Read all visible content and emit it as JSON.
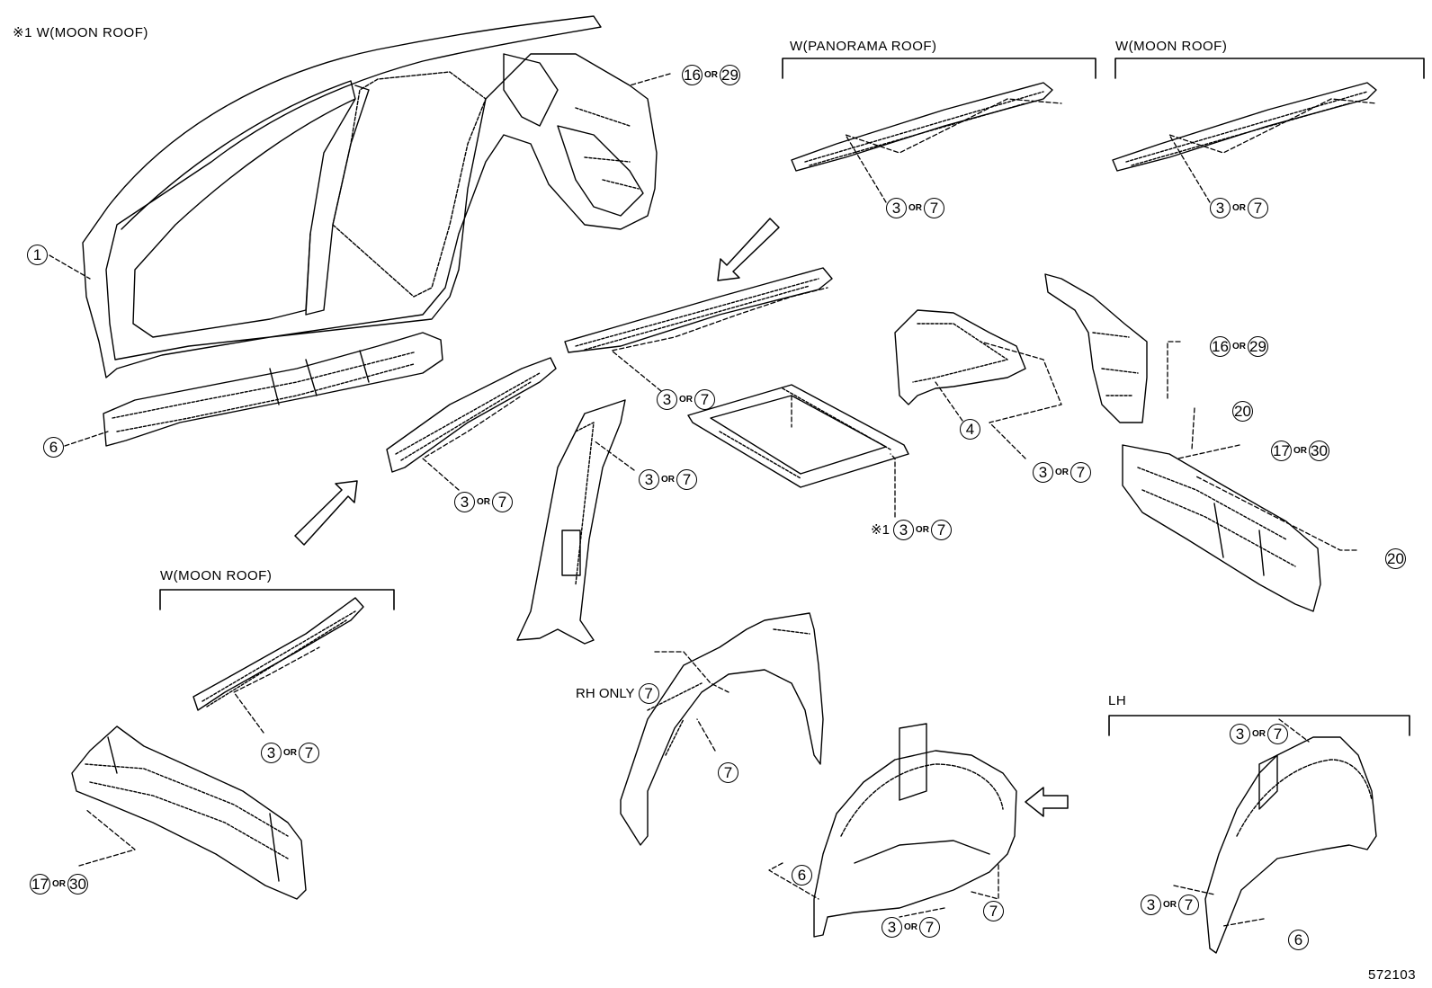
{
  "labels": {
    "moon_roof_note": "※1 W(MOON ROOF)",
    "panorama_roof": "W(PANORAMA ROOF)",
    "moon_roof_top": "W(MOON ROOF)",
    "moon_roof_left": "W(MOON ROOF)",
    "lh": "LH",
    "diagram_id": "572103"
  },
  "callouts": {
    "c1": {
      "a": "1"
    },
    "c6a": {
      "a": "6"
    },
    "c16a": {
      "a": "16",
      "or": "OR",
      "b": "29"
    },
    "c16b": {
      "a": "16",
      "or": "OR",
      "b": "29"
    },
    "c37_pan": {
      "a": "3",
      "or": "OR",
      "b": "7"
    },
    "c37_mr": {
      "a": "3",
      "or": "OR",
      "b": "7"
    },
    "c37_roof": {
      "a": "3",
      "or": "OR",
      "b": "7"
    },
    "c37_rail": {
      "a": "3",
      "or": "OR",
      "b": "7"
    },
    "c37_pillar": {
      "a": "3",
      "or": "OR",
      "b": "7"
    },
    "c37_frame": {
      "pre": "※1",
      "a": "3",
      "or": "OR",
      "b": "7"
    },
    "c4": {
      "a": "4"
    },
    "c37_back": {
      "a": "3",
      "or": "OR",
      "b": "7"
    },
    "c20a": {
      "a": "20"
    },
    "c17a": {
      "a": "17",
      "or": "OR",
      "b": "30"
    },
    "c20b": {
      "a": "20"
    },
    "c37_mrl": {
      "a": "3",
      "or": "OR",
      "b": "7"
    },
    "c17b": {
      "a": "17",
      "or": "OR",
      "b": "30"
    },
    "c7_rh": {
      "pre": "RH ONLY",
      "a": "7"
    },
    "c7_arch": {
      "a": "7"
    },
    "c6b": {
      "a": "6"
    },
    "c37_wh": {
      "a": "3",
      "or": "OR",
      "b": "7"
    },
    "c7_wh": {
      "a": "7"
    },
    "c37_lh_top": {
      "a": "3",
      "or": "OR",
      "b": "7"
    },
    "c37_lh_bot": {
      "a": "3",
      "or": "OR",
      "b": "7"
    },
    "c6c": {
      "a": "6"
    }
  }
}
